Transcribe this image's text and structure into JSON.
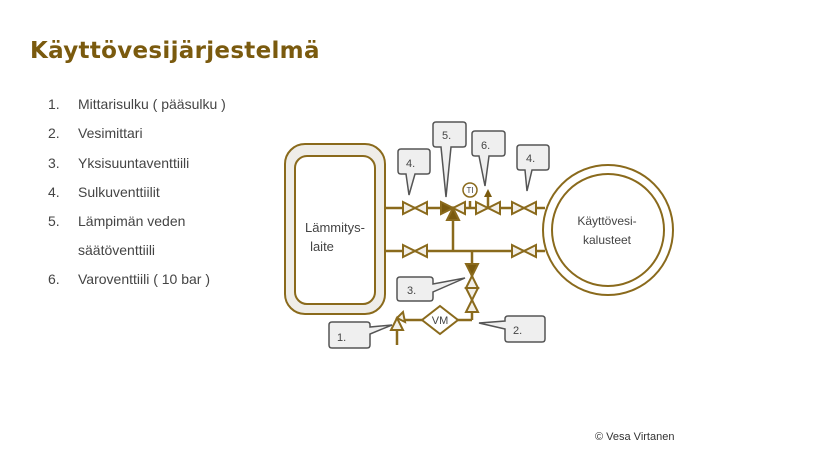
{
  "title": "Käyttövesijärjestelmä",
  "list": [
    {
      "num": "1.",
      "text": "Mittarisulku ( pääsulku )"
    },
    {
      "num": "2.",
      "text": "Vesimittari"
    },
    {
      "num": "3.",
      "text": "Yksisuuntaventtiili"
    },
    {
      "num": "4.",
      "text": "Sulkuventtiilit"
    },
    {
      "num": "5.",
      "text": "Lämpimän veden"
    },
    {
      "num": "",
      "text": "säätöventtiili"
    },
    {
      "num": "6.",
      "text": "Varoventtiili ( 10 bar )"
    }
  ],
  "diagram": {
    "heater_line1": "Lämmitys-",
    "heater_line2": "laite",
    "fixtures_line1": "Käyttövesi-",
    "fixtures_line2": "kalusteet",
    "meter": "VM",
    "thermometer": "TI",
    "callouts": {
      "c1": "1.",
      "c2": "2.",
      "c3": "3.",
      "c4a": "4.",
      "c5": "5.",
      "c6": "6.",
      "c4b": "4."
    }
  },
  "copyright": "© Vesa Virtanen",
  "colors": {
    "accent": "#7a5a0e",
    "pipe": "#8a6a1c"
  }
}
